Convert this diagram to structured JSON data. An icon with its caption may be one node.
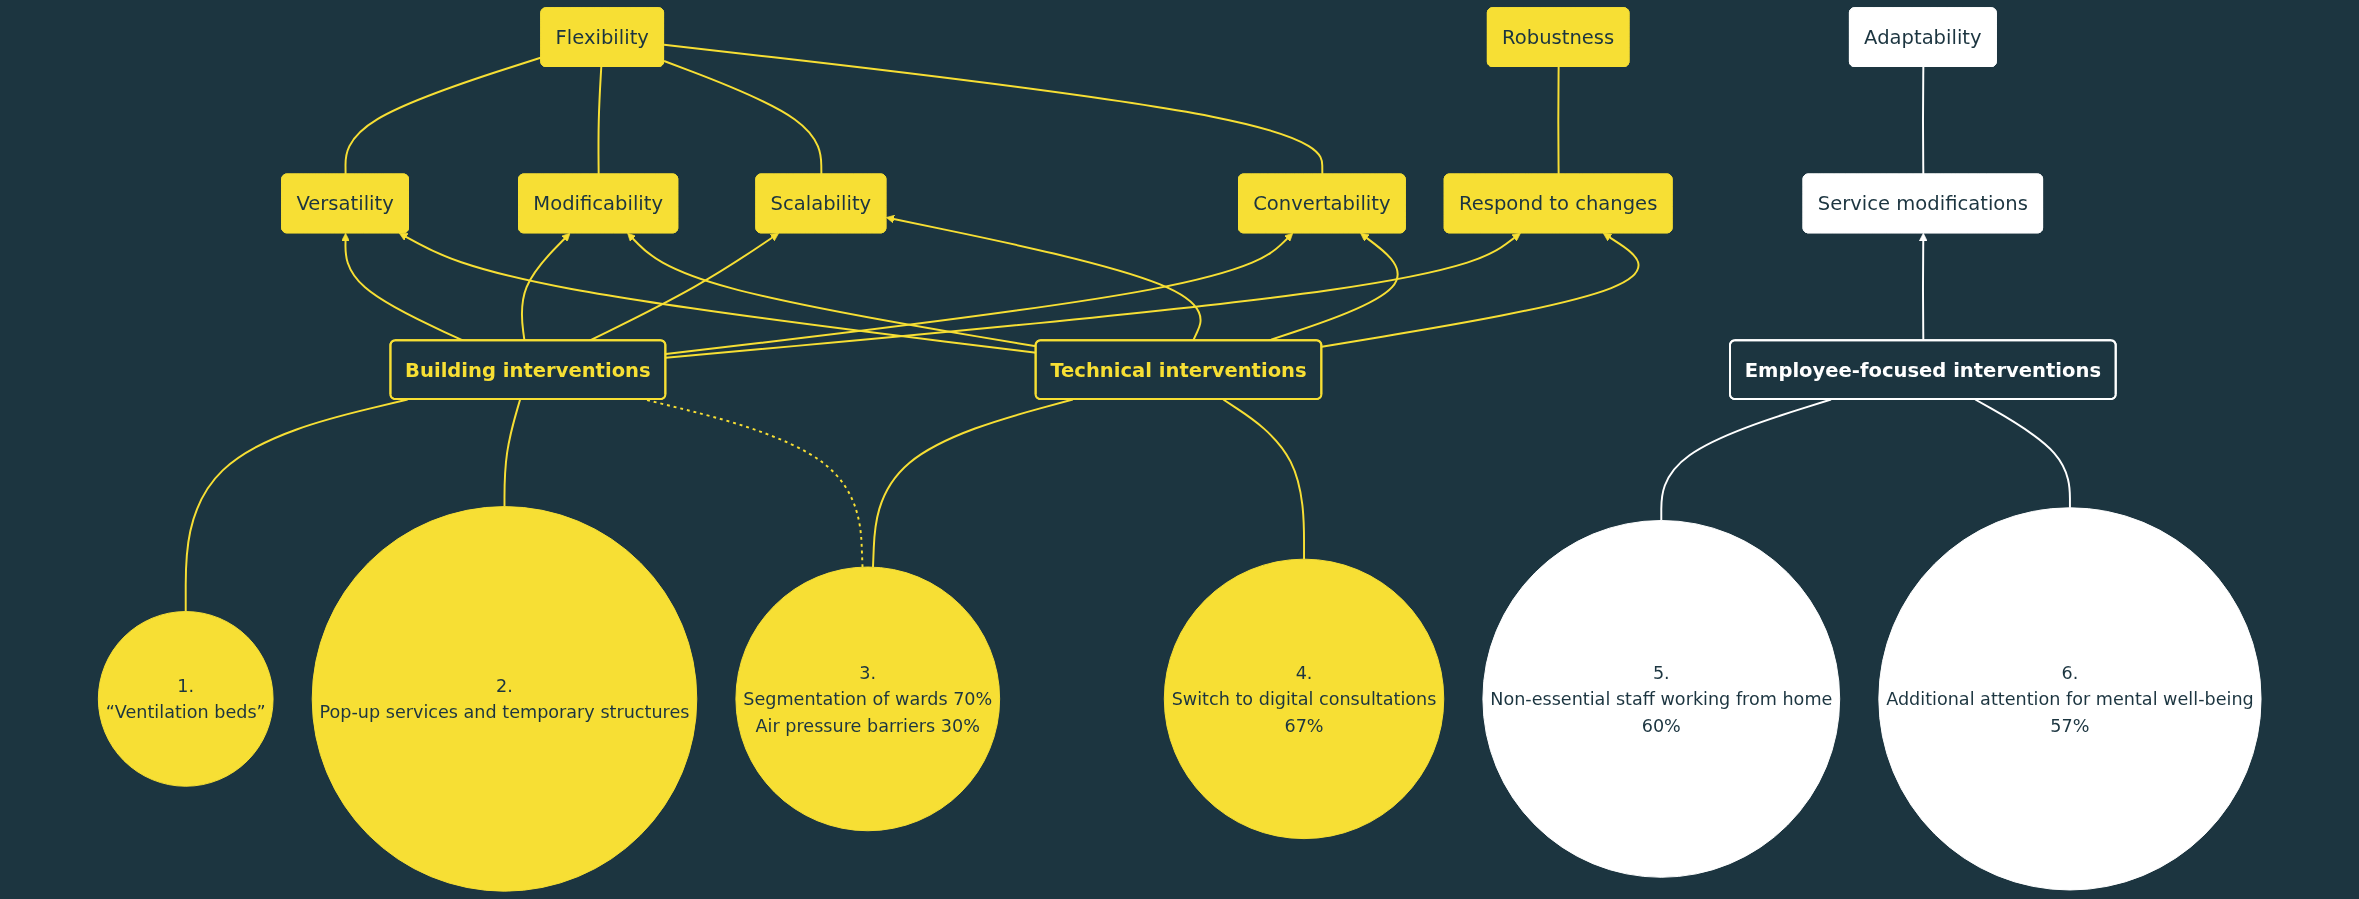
{
  "diagram": {
    "nodes": [
      {
        "text": [
          "Flexibility"
        ]
      },
      {
        "text": [
          "Robustness"
        ]
      },
      {
        "text": [
          "Adaptability"
        ]
      },
      {
        "text": [
          "Versatility"
        ]
      },
      {
        "text": [
          "Modificability"
        ]
      },
      {
        "text": [
          "Scalability"
        ]
      },
      {
        "text": [
          "Convertability"
        ]
      },
      {
        "text": [
          "Respond to changes"
        ]
      },
      {
        "text": [
          "Service modifications"
        ]
      },
      {
        "text": [
          "Building interventions"
        ]
      },
      {
        "text": [
          "Technical interventions"
        ]
      },
      {
        "text": [
          "Employee-focused interventions"
        ]
      },
      {
        "text": [
          "1.",
          "“Ventilation beds”"
        ]
      },
      {
        "text": [
          "2.",
          "Pop-up services and temporary structures"
        ]
      },
      {
        "text": [
          "3.",
          "Segmentation of wards 70%",
          "Air pressure barriers 30%"
        ]
      },
      {
        "text": [
          "4.",
          "Switch to digital consultations",
          "67%"
        ]
      },
      {
        "text": [
          "5.",
          "Non-essential staff working from home",
          "60%"
        ]
      },
      {
        "text": [
          "6.",
          "Additional attention for mental well-being",
          "57%"
        ]
      }
    ],
    "edges": [
      {
        "from": 0,
        "to": 3,
        "arrow": "none"
      },
      {
        "from": 0,
        "to": 4,
        "arrow": "none"
      },
      {
        "from": 0,
        "to": 5,
        "arrow": "none"
      },
      {
        "from": 0,
        "to": 6,
        "arrow": "none"
      },
      {
        "from": 1,
        "to": 7,
        "arrow": "none"
      },
      {
        "from": 2,
        "to": 8,
        "arrow": "none",
        "color": "#ffffff"
      },
      {
        "from": 9,
        "to": 3,
        "arrow": "to"
      },
      {
        "from": 9,
        "to": 4,
        "arrow": "to"
      },
      {
        "from": 9,
        "to": 5,
        "arrow": "to"
      },
      {
        "from": 9,
        "to": 6,
        "arrow": "to"
      },
      {
        "from": 9,
        "to": 7,
        "arrow": "to"
      },
      {
        "from": 10,
        "to": 3,
        "arrow": "to"
      },
      {
        "from": 10,
        "to": 4,
        "arrow": "to"
      },
      {
        "from": 10,
        "to": 5,
        "arrow": "to"
      },
      {
        "from": 10,
        "to": 6,
        "arrow": "to"
      },
      {
        "from": 10,
        "to": 7,
        "arrow": "to"
      },
      {
        "from": 11,
        "to": 8,
        "arrow": "to",
        "color": "#ffffff"
      },
      {
        "from": 9,
        "to": 12,
        "arrow": "none"
      },
      {
        "from": 9,
        "to": 13,
        "arrow": "none"
      },
      {
        "from": 9,
        "to": 14,
        "arrow": "none",
        "style": "dashed"
      },
      {
        "from": 10,
        "to": 14,
        "arrow": "none"
      },
      {
        "from": 10,
        "to": 15,
        "arrow": "none"
      },
      {
        "from": 11,
        "to": 16,
        "arrow": "none",
        "color": "#ffffff"
      },
      {
        "from": 11,
        "to": 17,
        "arrow": "none",
        "color": "#ffffff"
      }
    ]
  }
}
